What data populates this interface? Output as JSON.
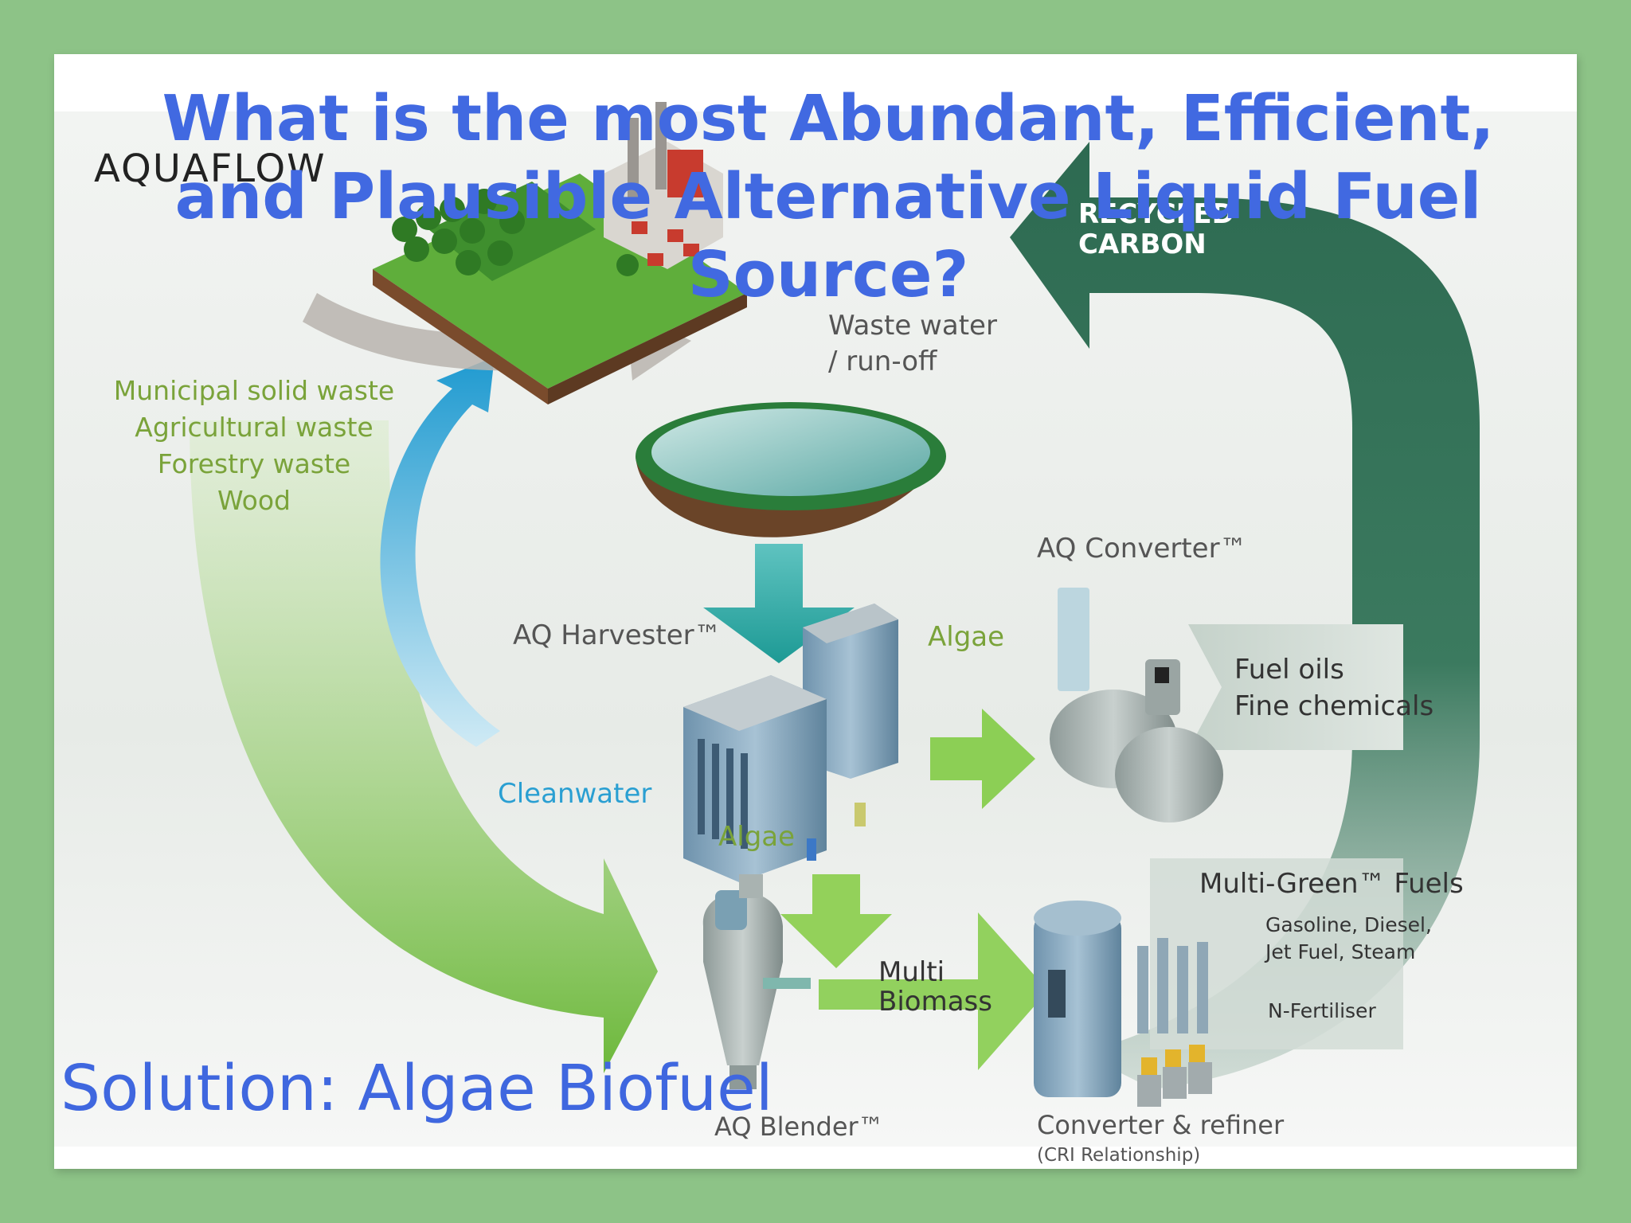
{
  "slide": {
    "title": "What is the most Abundant, Efficient, and Plausible Alternative Liquid Fuel Source?",
    "subtitle": "Solution: Algae Biofuel"
  },
  "diagram": {
    "brand": "AQUAFLOW",
    "recycled_carbon_line1": "RECYCLED",
    "recycled_carbon_line2": "CARBON",
    "waste_water_line1": "Waste water",
    "waste_water_line2": "/ run-off",
    "waste_sources": [
      "Municipal solid waste",
      "Agricultural waste",
      "Forestry waste",
      "Wood"
    ],
    "aq_converter": "AQ Converter™",
    "aq_harvester": "AQ Harvester™",
    "algae_right": "Algae",
    "algae_down": "Algae",
    "cleanwater": "Cleanwater",
    "fuel_oils": "Fuel oils",
    "fine_chemicals": "Fine chemicals",
    "multi_green": "Multi-Green™ Fuels",
    "gasoline_line1": "Gasoline, Diesel,",
    "gasoline_line2": "Jet Fuel, Steam",
    "n_fertiliser": "N-Fertiliser",
    "multi_line1": "Multi",
    "multi_line2": "Biomass",
    "aq_blender": "AQ Blender™",
    "converter_refiner": "Converter & refiner",
    "cri_relationship": "(CRI Relationship)"
  },
  "colors": {
    "page_background": "#8dc387",
    "title_blue": "#4169e1",
    "recycled_arrow": "#2f6a52",
    "green_arrow": "#7cc142",
    "blue_arrow": "#29a3d4",
    "label_gray": "#555555",
    "label_green": "#7aa33a"
  }
}
